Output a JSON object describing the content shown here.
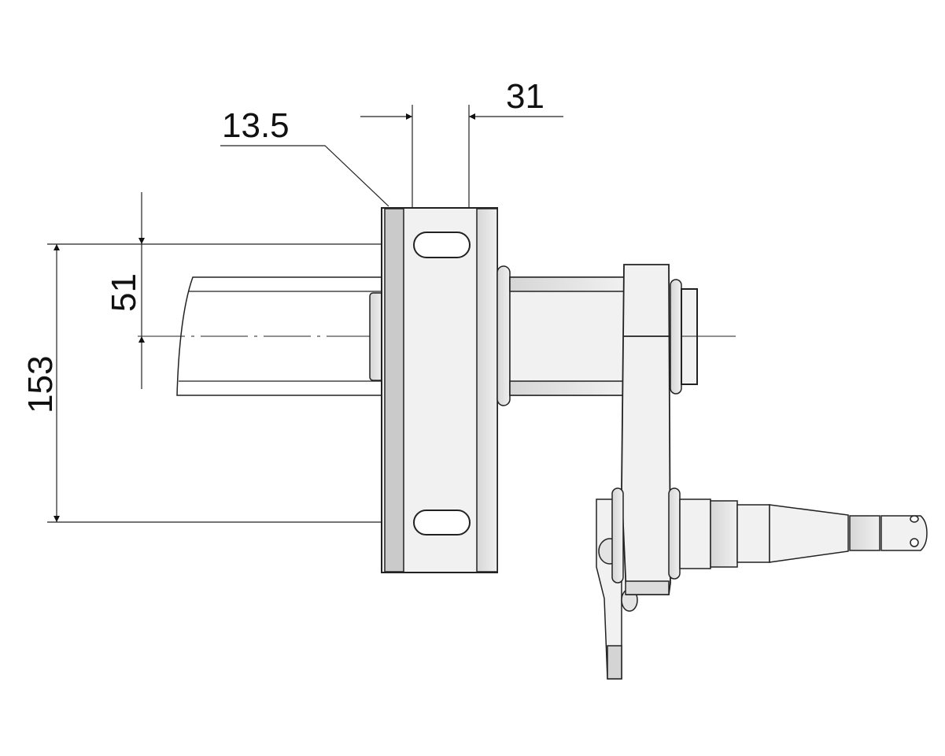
{
  "dimensions": {
    "width_outer": "31",
    "plate_thickness": "13.5",
    "offset_height": "51",
    "plate_height": "153"
  },
  "colors": {
    "line": "#222222",
    "fill_light": "#f1f1f1",
    "fill_mid": "#dcdcdc",
    "fill_dark": "#c9c9c9"
  }
}
